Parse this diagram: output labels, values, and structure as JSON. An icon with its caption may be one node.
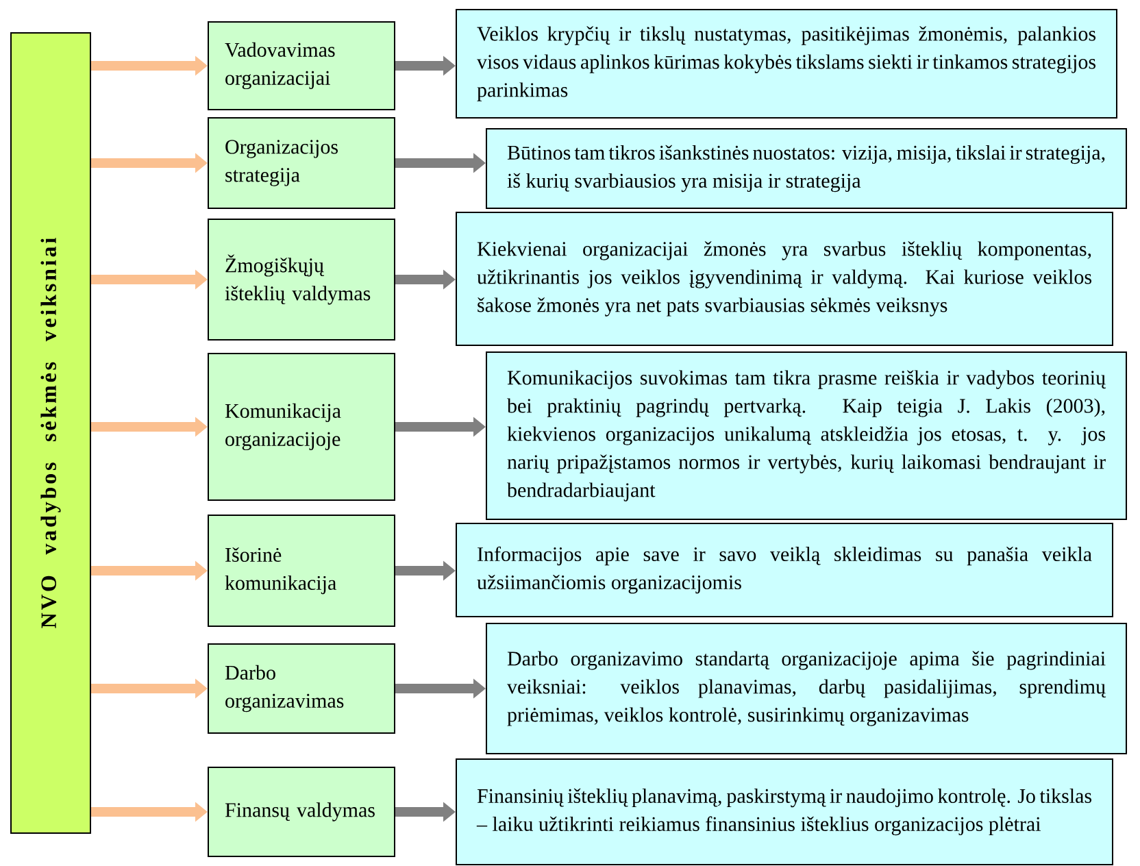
{
  "diagram": {
    "nodes": [
      {
        "text": [
          "NVO vadybos sėkmės veiksniai"
        ]
      },
      {
        "text": [
          "Vadovavimas organizacijai"
        ]
      },
      {
        "text": [
          "Veiklos krypčių ir tikslų nustatymas, pasitikėjimas žmonėmis, palankios visos vidaus aplinkos kūrimas kokybės tikslams siekti ir tinkamos strategijos parinkimas"
        ]
      },
      {
        "text": [
          "Organizacijos strategija"
        ]
      },
      {
        "text": [
          "Būtinos tam tikros išankstinės nuostatos: vizija, misija, tikslai ir strategija, iš kurių svarbiausios yra misija ir strategija"
        ]
      },
      {
        "text": [
          "Žmogiškųjų išteklių valdymas"
        ]
      },
      {
        "text": [
          "Kiekvienai organizacijai žmonės yra svarbus išteklių komponentas, užtikrinantis jos veiklos įgyvendinimą ir valdymą. Kai kuriose veiklos šakose žmonės yra net pats svarbiausias sėkmės veiksnys"
        ]
      },
      {
        "text": [
          "Komunikacija organizacijoje"
        ]
      },
      {
        "text": [
          "Komunikacijos suvokimas tam tikra prasme reiškia ir vadybos teorinių bei praktinių pagrindų pertvarką. Kaip teigia J. Lakis (2003), kiekvienos organizacijos unikalumą atskleidžia jos etosas, t. y. jos narių pripažįstamos normos ir vertybės, kurių laikomasi bendraujant ir bendradarbiaujant"
        ]
      },
      {
        "text": [
          "Išorinė komunikacija"
        ]
      },
      {
        "text": [
          "Informacijos apie save ir savo veiklą skleidimas su panašia veikla užsiimančiomis organizacijomis"
        ]
      },
      {
        "text": [
          "Darbo organizavimas"
        ]
      },
      {
        "text": [
          "Darbo organizavimo standartą organizacijoje apima šie pagrindiniai veiksniai: veiklos planavimas, darbų pasidalijimas, sprendimų priėmimas, veiklos kontrolė, susirinkimų organizavimas"
        ]
      },
      {
        "text": [
          "Finansų valdymas"
        ]
      },
      {
        "text": [
          "Finansinių išteklių planavimą, paskirstymą ir naudojimo kontrolę. Jo tikslas – laiku užtikrinti reikiamus finansinius išteklius organizacijos plėtrai"
        ]
      }
    ],
    "edges": [
      {
        "from": 0,
        "to": 1,
        "arrow": "to",
        "color": "#fbc090"
      },
      {
        "from": 1,
        "to": 2,
        "arrow": "to",
        "color": "#808080"
      },
      {
        "from": 0,
        "to": 3,
        "arrow": "to",
        "color": "#fbc090"
      },
      {
        "from": 3,
        "to": 4,
        "arrow": "to",
        "color": "#808080"
      },
      {
        "from": 0,
        "to": 5,
        "arrow": "to",
        "color": "#fbc090"
      },
      {
        "from": 5,
        "to": 6,
        "arrow": "to",
        "color": "#808080"
      },
      {
        "from": 0,
        "to": 7,
        "arrow": "to",
        "color": "#fbc090"
      },
      {
        "from": 7,
        "to": 8,
        "arrow": "to",
        "color": "#808080"
      },
      {
        "from": 0,
        "to": 9,
        "arrow": "to",
        "color": "#fbc090"
      },
      {
        "from": 9,
        "to": 10,
        "arrow": "to",
        "color": "#808080"
      },
      {
        "from": 0,
        "to": 11,
        "arrow": "to",
        "color": "#fbc090"
      },
      {
        "from": 11,
        "to": 12,
        "arrow": "to",
        "color": "#808080"
      },
      {
        "from": 0,
        "to": 13,
        "arrow": "to",
        "color": "#fbc090"
      },
      {
        "from": 13,
        "to": 14,
        "arrow": "to",
        "color": "#808080"
      }
    ]
  }
}
